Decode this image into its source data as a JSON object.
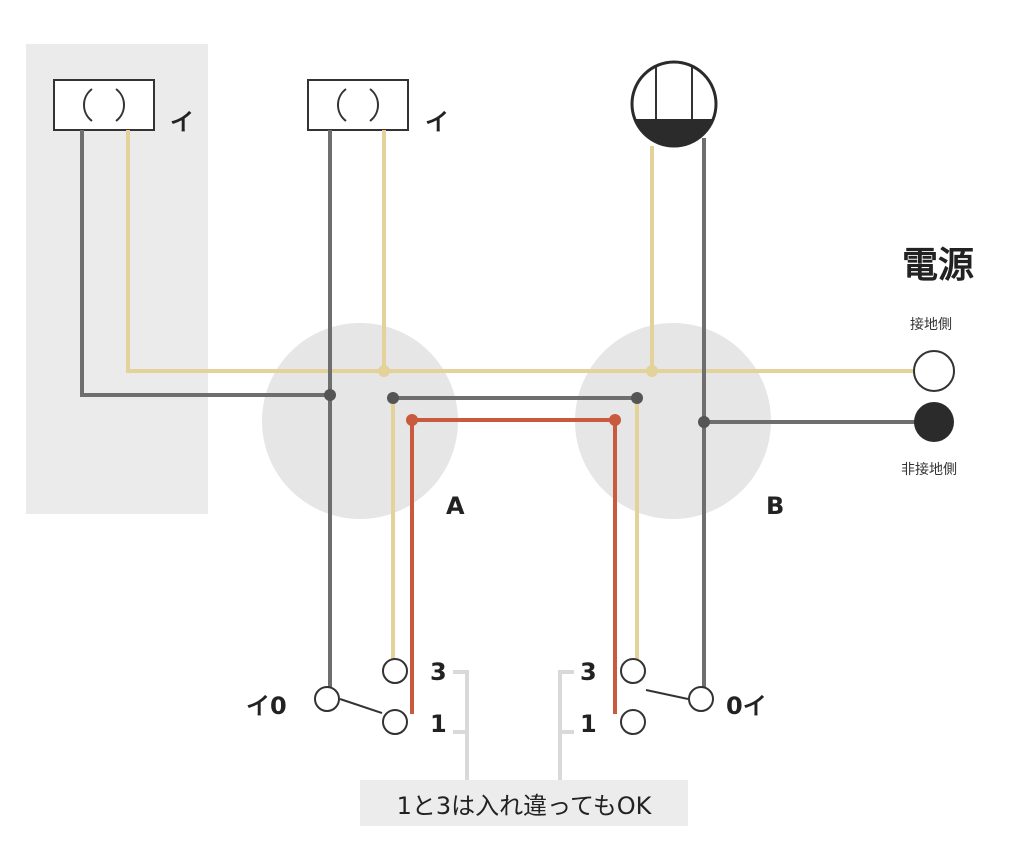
{
  "labels": {
    "fixture1": "イ",
    "fixture2": "イ",
    "power_title": "電源",
    "ground_side": "接地側",
    "nonground_side": "非接地側",
    "box_a": "A",
    "box_b": "B",
    "switch_a_common": "イ0",
    "switch_b_common": "0イ",
    "sa_terminal_3": "3",
    "sa_terminal_1": "1",
    "sb_terminal_3": "3",
    "sb_terminal_1": "1",
    "note": "1と3は入れ違ってもOK"
  },
  "colors": {
    "gray_wire": "#6e6e6e",
    "tan_wire": "#e3d39a",
    "red_wire": "#c85a3e",
    "shaded_area": "#ebebeb",
    "junction_box": "#e6e6e6"
  }
}
